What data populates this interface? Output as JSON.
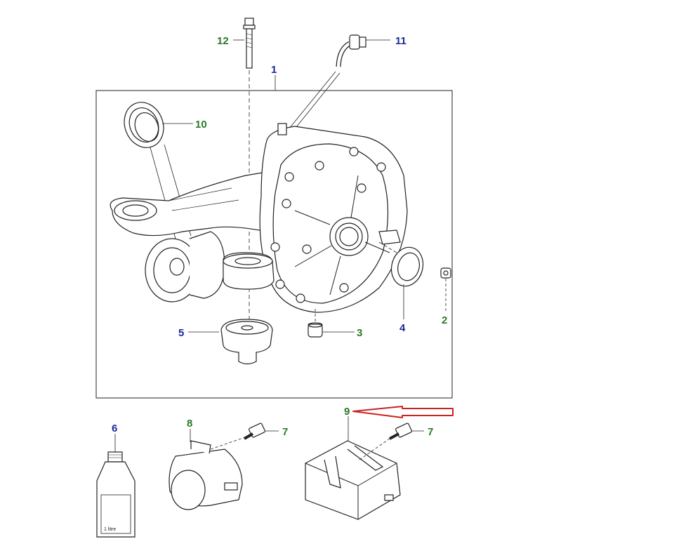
{
  "diagram": {
    "callouts": {
      "c1": "1",
      "c2": "2",
      "c3": "3",
      "c4": "4",
      "c5": "5",
      "c6": "6",
      "c7a": "7",
      "c7b": "7",
      "c8": "8",
      "c9": "9",
      "c10": "10",
      "c11": "11",
      "c12": "12"
    },
    "bottle_label": "1 litre",
    "colors": {
      "blue_callout": "#1a2a9a",
      "green_callout": "#2a7a2a",
      "highlight_arrow": "#cc2222",
      "line": "#222222"
    }
  }
}
